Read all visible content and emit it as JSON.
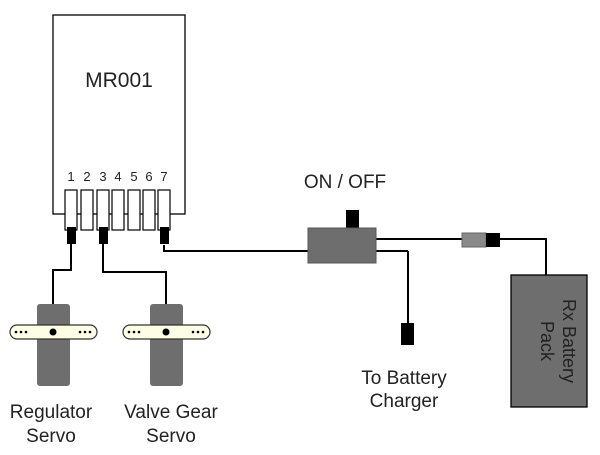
{
  "receiver": {
    "name": "MR001",
    "channels": [
      "1",
      "2",
      "3",
      "4",
      "5",
      "6",
      "7"
    ]
  },
  "switch": {
    "label": "ON / OFF"
  },
  "charger": {
    "line1": "To Battery",
    "line2": "Charger"
  },
  "battery": {
    "line1": "Rx Battery",
    "line2": "Pack"
  },
  "servos": [
    {
      "line1": "Regulator",
      "line2": "Servo"
    },
    {
      "line1": "Valve Gear",
      "line2": "Servo"
    }
  ],
  "colors": {
    "line": "#000000",
    "body": "#6e6e6e",
    "box": "#ffffff",
    "horn": "#fdfde6"
  }
}
